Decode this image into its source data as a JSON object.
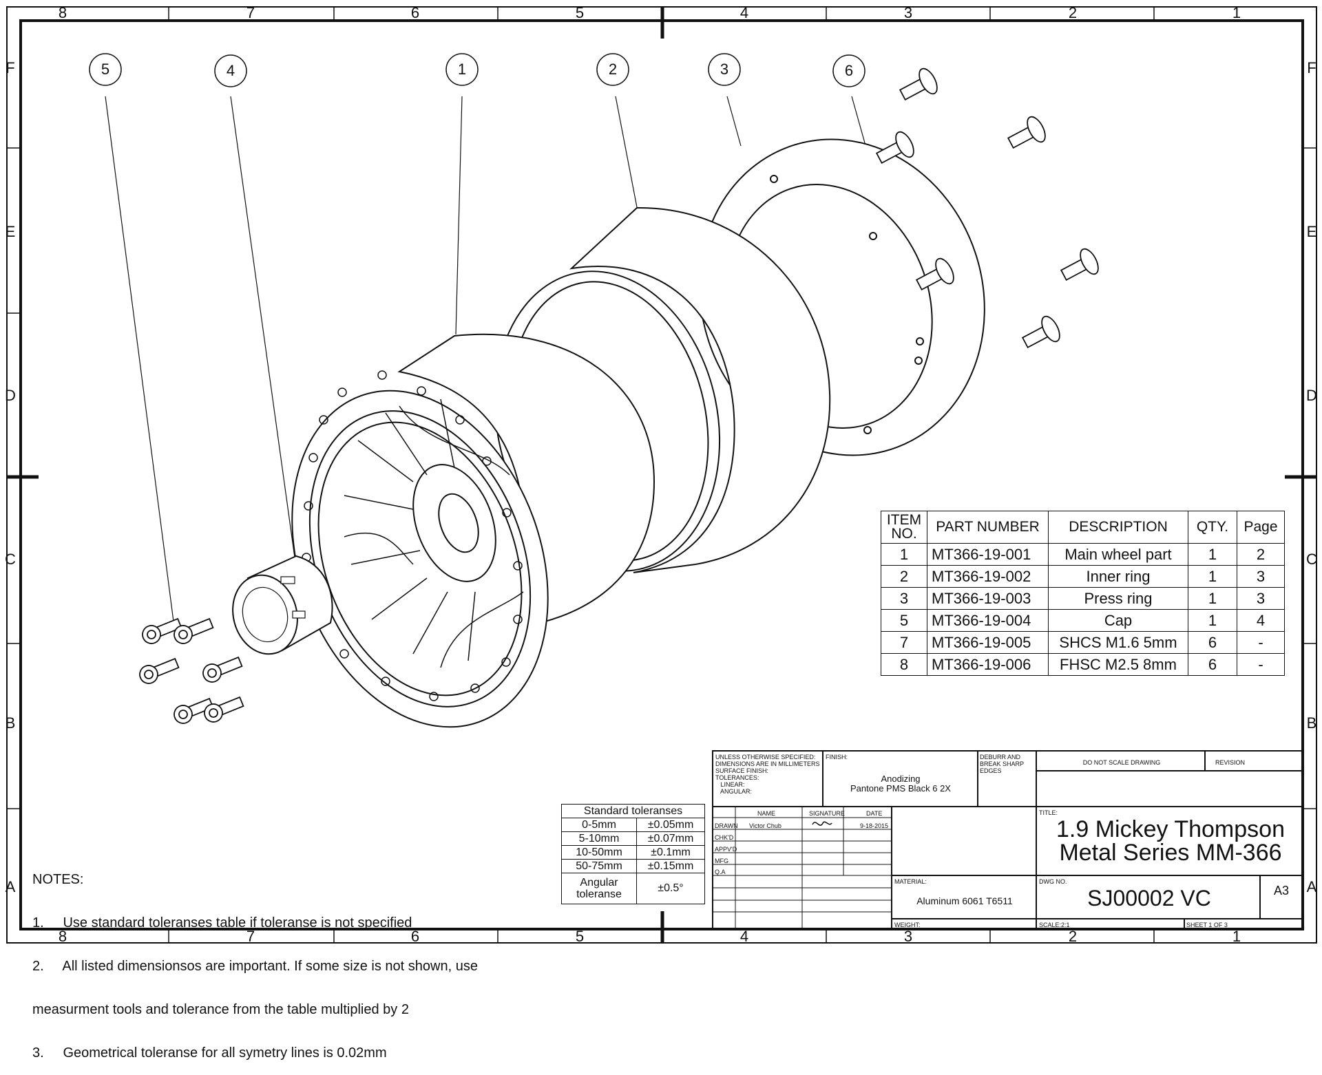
{
  "zones": {
    "columns": [
      "8",
      "7",
      "6",
      "5",
      "4",
      "3",
      "2",
      "1"
    ],
    "rows": [
      "F",
      "E",
      "D",
      "C",
      "B",
      "A"
    ]
  },
  "balloons": [
    "5",
    "4",
    "1",
    "2",
    "3",
    "6"
  ],
  "bom": {
    "headers": {
      "item": "ITEM\nNO.",
      "part": "PART NUMBER",
      "desc": "DESCRIPTION",
      "qty": "QTY.",
      "page": "Page"
    },
    "rows": [
      {
        "item": "1",
        "part": "MT366-19-001",
        "desc": "Main wheel part",
        "qty": "1",
        "page": "2"
      },
      {
        "item": "2",
        "part": "MT366-19-002",
        "desc": "Inner ring",
        "qty": "1",
        "page": "3"
      },
      {
        "item": "3",
        "part": "MT366-19-003",
        "desc": "Press ring",
        "qty": "1",
        "page": "3"
      },
      {
        "item": "5",
        "part": "MT366-19-004",
        "desc": "Cap",
        "qty": "1",
        "page": "4"
      },
      {
        "item": "7",
        "part": "MT366-19-005",
        "desc": "SHCS M1.6 5mm",
        "qty": "6",
        "page": "-"
      },
      {
        "item": "8",
        "part": "MT366-19-006",
        "desc": "FHSC M2.5 8mm",
        "qty": "6",
        "page": "-"
      }
    ]
  },
  "tolerances": {
    "title": "Standard toleranses",
    "rows": [
      {
        "range": "0-5mm",
        "value": "±0.05mm"
      },
      {
        "range": "5-10mm",
        "value": "±0.07mm"
      },
      {
        "range": "10-50mm",
        "value": "±0.1mm"
      },
      {
        "range": "50-75mm",
        "value": "±0.15mm"
      }
    ],
    "angular_label": "Angular\ntoleranse",
    "angular_value": "±0.5°"
  },
  "notes": {
    "title": "NOTES:",
    "lines": [
      "1.     Use standard toleranses table if toleranse is not specified",
      "2.     All listed dimensionsos are important. If some size is not shown, use",
      "measurment tools and tolerance from the table multiplied by 2",
      "3.     Geometrical toleranse for all symetry lines is 0.02mm"
    ]
  },
  "title_block": {
    "unless": "UNLESS OTHERWISE SPECIFIED:\nDIMENSIONS ARE IN MILLIMETERS\nSURFACE FINISH:\nTOLERANCES:\n   LINEAR:\n   ANGULAR:",
    "finish_label": "FINISH:",
    "finish_value": "Anodizing\nPantone PMS Black 6 2X",
    "deburr": "DEBURR AND\nBREAK SHARP\nEDGES",
    "do_not_scale": "DO NOT SCALE DRAWING",
    "revision_label": "REVISION",
    "col_name": "NAME",
    "col_signature": "SIGNATURE",
    "col_date": "DATE",
    "row_labels": [
      "DRAWN",
      "CHK'D",
      "APPV'D",
      "MFG",
      "Q.A"
    ],
    "drawn_name": "Victor Chub",
    "drawn_date": "9-18-2015",
    "title_label": "TITLE:",
    "title_line1": "1.9 Mickey Thompson",
    "title_line2": "Metal Series MM-366",
    "material_label": "MATERIAL:",
    "material_value": "Aluminum 6061 T6511",
    "dwg_no_label": "DWG NO.",
    "dwg_no": "SJ00002 VC",
    "size": "A3",
    "weight_label": "WEIGHT:",
    "scale": "SCALE:2:1",
    "sheet": "SHEET 1 OF 3"
  }
}
